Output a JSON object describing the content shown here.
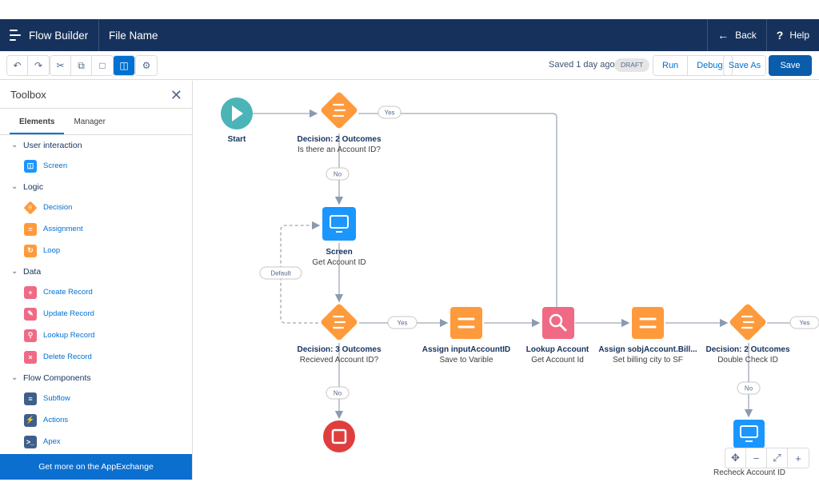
{
  "header": {
    "app_title": "Flow Builder",
    "file_name": "File Name",
    "back_label": "Back",
    "help_label": "Help"
  },
  "toolbar": {
    "saved_status": "Saved 1 day ago",
    "draft_badge": "DRAFT",
    "run_label": "Run",
    "debug_label": "Debug",
    "save_as_label": "Save As",
    "save_label": "Save",
    "icons": [
      "undo-icon",
      "redo-icon",
      "cut-icon",
      "copy-icon",
      "paste-icon",
      "panel-toggle-icon",
      "settings-icon"
    ]
  },
  "toolbox": {
    "title": "Toolbox",
    "tabs": [
      "Elements",
      "Manager"
    ],
    "sections": [
      {
        "label": "User interaction",
        "items": [
          "Screen"
        ]
      },
      {
        "label": "Logic",
        "items": [
          "Decision",
          "Assignment",
          "Loop"
        ]
      },
      {
        "label": "Data",
        "items": [
          "Create Record",
          "Update Record",
          "Lookup Record",
          "Delete Record"
        ]
      },
      {
        "label": "Flow Components",
        "items": [
          "Subflow",
          "Actions",
          "Apex"
        ]
      }
    ],
    "appexchange": "Get more on the AppExchange"
  },
  "canvas": {
    "start": {
      "title": "Start"
    },
    "decision1": {
      "title": "Decision: 2 Outcomes",
      "subtitle": "Is there an Account ID?"
    },
    "screen1": {
      "title": "Screen",
      "subtitle": "Get Account ID"
    },
    "decision2": {
      "title": "Decision: 3 Outcomes",
      "subtitle": "Recieved Account ID?"
    },
    "assign1": {
      "title": "Assign inputAccountID",
      "subtitle": "Save to Varible"
    },
    "lookup": {
      "title": "Lookup Account",
      "subtitle": "Get Account Id"
    },
    "assign2": {
      "title": "Assign sobjAccount.Bill...",
      "subtitle": "Set billing city to SF"
    },
    "decision3": {
      "title": "Decision: 2 Outcomes",
      "subtitle": "Double Check ID"
    },
    "screen2": {
      "subtitle": "Recheck  Account ID"
    },
    "connectors": {
      "yes": "Yes",
      "no": "No",
      "default": "Default"
    }
  },
  "colors": {
    "header": "#16325c",
    "start": "#4bb4b6",
    "decision": "#ff9a3c",
    "screen": "#1b96ff",
    "lookup": "#f06a85",
    "stop": "#e03e3e"
  }
}
